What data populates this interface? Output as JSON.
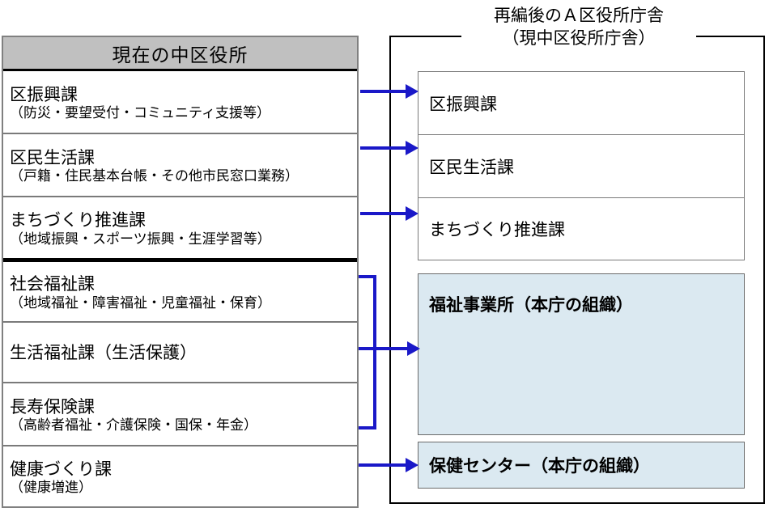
{
  "diagram": {
    "type": "organizational-restructuring-flow",
    "accent_arrow_color": "#1a18c8",
    "header_fill_color": "#c0c0c0",
    "highlight_fill_color": "#dbe9f1"
  },
  "left_panel": {
    "header": "現在の中区役所",
    "boxes": [
      {
        "title": "区振興課",
        "sub": "（防災・要望受付・コミュニティ支援等）"
      },
      {
        "title": "区民生活課",
        "sub": "（戸籍・住民基本台帳・その他市民窓口業務）"
      },
      {
        "title": "まちづくり推進課",
        "sub": "（地域振興・スポーツ振興・生涯学習等）"
      },
      {
        "title": "社会福祉課",
        "sub": "（地域福祉・障害福祉・児童福祉・保育）"
      },
      {
        "title": "生活福祉課（生活保護）",
        "sub": ""
      },
      {
        "title": "長寿保険課",
        "sub": "（高齢者福祉・介護保険・国保・年金）"
      },
      {
        "title": "健康づくり課",
        "sub": "（健康増進）"
      }
    ]
  },
  "right_panel": {
    "caption_line1": "再編後のＡ区役所庁舎",
    "caption_line2": "（現中区役所庁舎）",
    "boxes": [
      {
        "label": "区振興課",
        "highlight": false
      },
      {
        "label": "区民生活課",
        "highlight": false
      },
      {
        "label": "まちづくり推進課",
        "highlight": false
      },
      {
        "label": "福祉事業所（本庁の組織）",
        "highlight": true
      },
      {
        "label": "保健センター（本庁の組織）",
        "highlight": true
      }
    ]
  }
}
